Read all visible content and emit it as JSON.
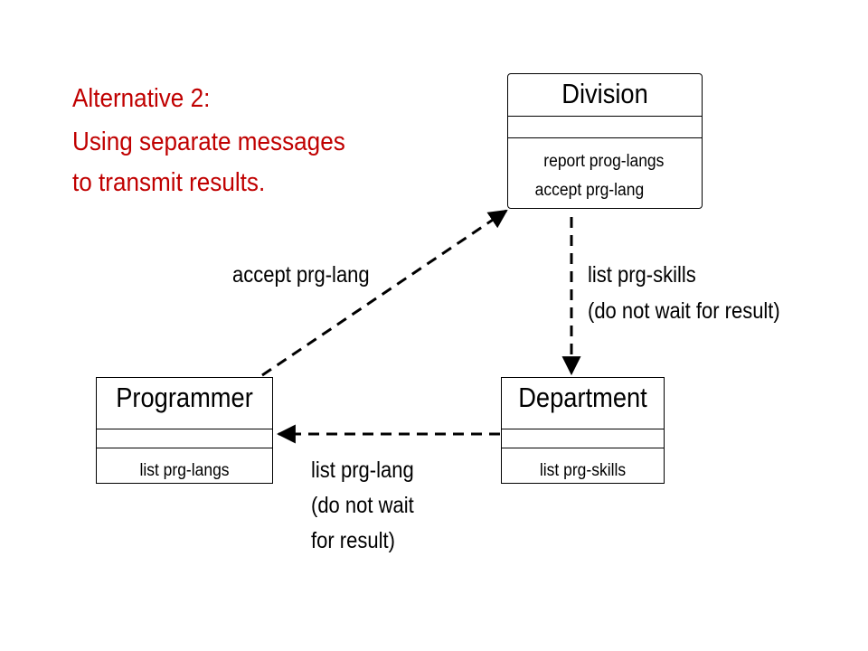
{
  "heading": {
    "lines": [
      "Alternative 2:",
      "Using separate messages",
      "to transmit results."
    ],
    "color": "#c00000"
  },
  "classes": {
    "division": {
      "name": "Division",
      "operations": [
        "report prog-langs",
        "accept prg-lang"
      ]
    },
    "programmer": {
      "name": "Programmer",
      "operations": [
        "list prg-langs"
      ]
    },
    "department": {
      "name": "Department",
      "operations": [
        "list prg-skills"
      ]
    }
  },
  "messages": {
    "programmer_to_division": {
      "lines": [
        "accept prg-lang"
      ]
    },
    "division_to_department": {
      "lines": [
        "list prg-skills",
        "(do not wait for result)"
      ]
    },
    "department_to_programmer": {
      "lines": [
        "list prg-lang",
        "(do not wait",
        "for result)"
      ]
    }
  }
}
